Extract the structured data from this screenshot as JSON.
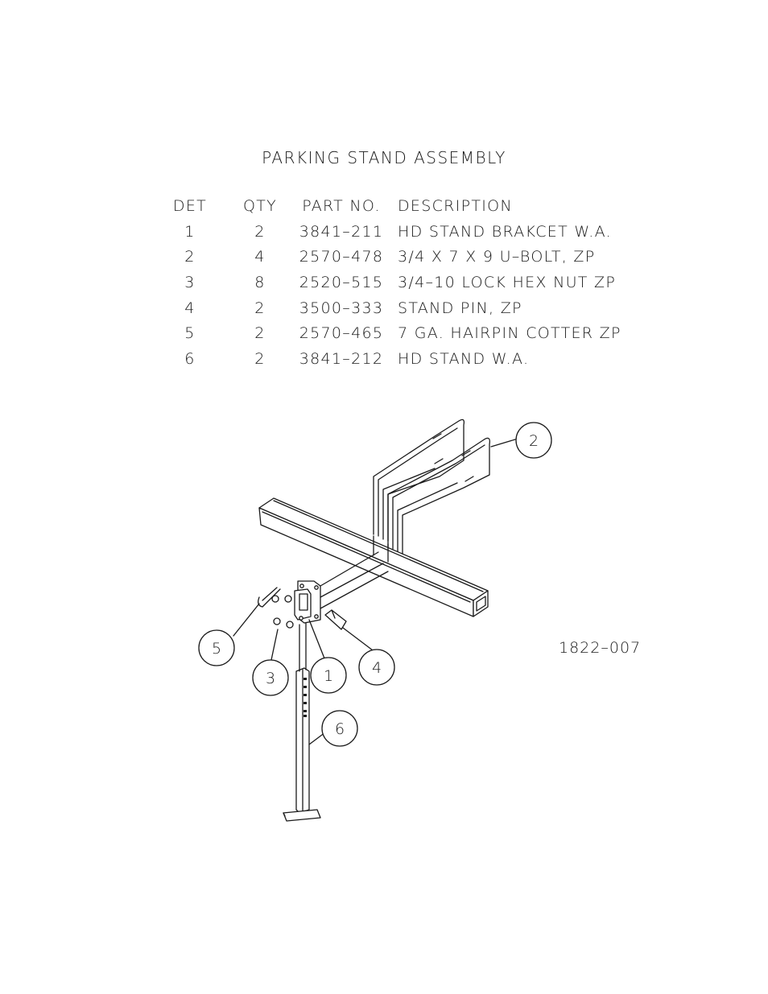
{
  "title": "PARKING STAND ASSEMBLY",
  "table": {
    "headers": {
      "det": "DET",
      "qty": "QTY",
      "part_no": "PART NO.",
      "description": "DESCRIPTION"
    },
    "rows": [
      {
        "det": "1",
        "qty": "2",
        "part_no": "3841–211",
        "description": "HD STAND BRAKCET W.A."
      },
      {
        "det": "2",
        "qty": "4",
        "part_no": "2570–478",
        "description": "3/4 X 7 X 9 U–BOLT, ZP"
      },
      {
        "det": "3",
        "qty": "8",
        "part_no": "2520–515",
        "description": "3/4–10 LOCK HEX NUT ZP"
      },
      {
        "det": "4",
        "qty": "2",
        "part_no": "3500–333",
        "description": "STAND PIN, ZP"
      },
      {
        "det": "5",
        "qty": "2",
        "part_no": "2570–465",
        "description": "7 GA. HAIRPIN COTTER ZP"
      },
      {
        "det": "6",
        "qty": "2",
        "part_no": "3841–212",
        "description": "HD STAND W.A."
      }
    ]
  },
  "drawing_number": "1822–007",
  "callouts": [
    "1",
    "2",
    "3",
    "4",
    "5",
    "6"
  ]
}
